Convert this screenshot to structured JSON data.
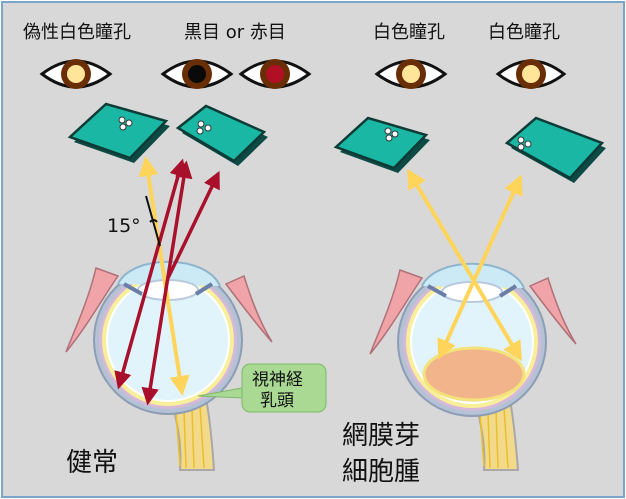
{
  "labels": {
    "pseudo_white_pupil": "偽性白色瞳孔",
    "black_or_red_eye": "黒目 or 赤目",
    "white_pupil_left": "白色瞳孔",
    "white_pupil_right": "白色瞳孔",
    "angle": "15°",
    "optic_disc_line1": "視神経",
    "optic_disc_line2": "乳頭",
    "healthy": "健常",
    "retinoblastoma_line1": "網膜芽",
    "retinoblastoma_line2": "細胞腫"
  },
  "colors": {
    "background": "#d8d8d8",
    "frame_border": "#7aa4c8",
    "yellow_ray": "#ffd45a",
    "red_ray": "#a8102c",
    "camera_teal": "#1ab8a4",
    "iris_brown": "#6a2e06",
    "pupil_yellow": "#ffe59a",
    "pupil_black": "#0a0a0a",
    "pupil_red": "#b00f24",
    "tumor": "#f2b48a",
    "label_bubble": "#a9d993"
  }
}
